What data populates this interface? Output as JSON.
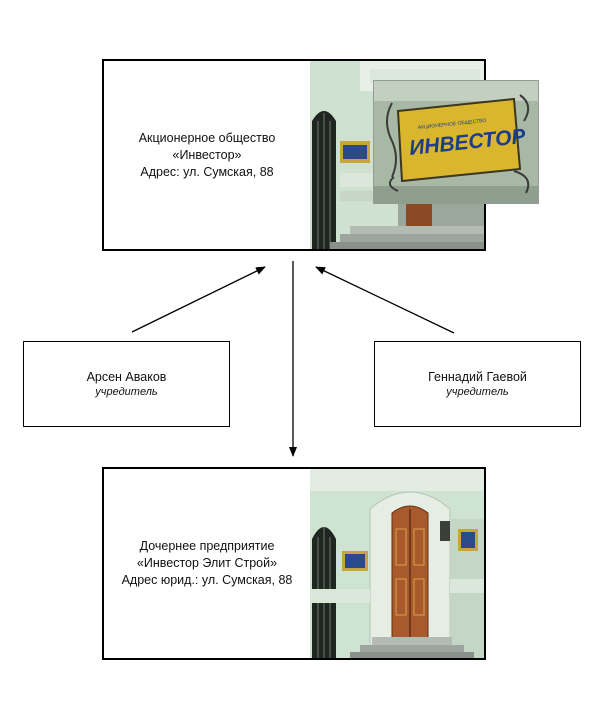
{
  "parent_company": {
    "line1": "Акционерное общество",
    "line2": "«Инвестор»",
    "line3": "Адрес: ул. Сумская, 88"
  },
  "founders": [
    {
      "name": "Арсен Аваков",
      "role": "учредитель"
    },
    {
      "name": "Геннадий Гаевой",
      "role": "учредитель"
    }
  ],
  "subsidiary": {
    "line1": "Дочернее предприятие",
    "line2": "«Инвестор Элит Строй»",
    "line3": "Адрес юрид.: ул. Сумская, 88"
  },
  "sign": {
    "small_text": "АКЦИОНЕРНОЕ ОБЩЕСТВО",
    "logo_text": "ИНВЕСТОР"
  },
  "colors": {
    "building": "#cfe3d3",
    "door": "#a85a2c",
    "sign_plate": "#d9b62e",
    "logo_blue": "#1d3c8c"
  }
}
